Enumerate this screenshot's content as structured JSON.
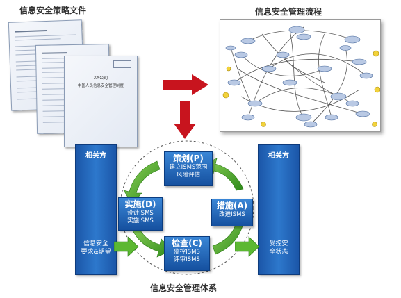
{
  "titles": {
    "policy_docs": "信息安全策略文件",
    "process": "信息安全管理流程",
    "system": "信息安全管理体系"
  },
  "documents": {
    "front_title": "XX公司",
    "front_subtitle": "中国人员信息安全管理制度"
  },
  "pillars": {
    "left": {
      "header": "相关方",
      "footer": [
        "信息安全",
        "要求&期望"
      ]
    },
    "right": {
      "header": "相关方",
      "footer": [
        "受控安",
        "全状态"
      ]
    }
  },
  "phases": {
    "plan": {
      "title": "策划(P)",
      "lines": [
        "建立ISMS范围",
        "风险评估"
      ]
    },
    "do": {
      "title": "实施(D)",
      "lines": [
        "设计ISMS",
        "实施ISMS"
      ]
    },
    "check": {
      "title": "检查(C)",
      "lines": [
        "监控ISMS",
        "评审ISMS"
      ]
    },
    "act": {
      "title": "措施(A)",
      "lines": [
        "改进ISMS"
      ]
    }
  },
  "colors": {
    "phase_blue": "#1f63b8",
    "cycle_green": "#4caf2a",
    "arrow_red": "#c8141e",
    "flow_node": "#b9c9e4"
  }
}
